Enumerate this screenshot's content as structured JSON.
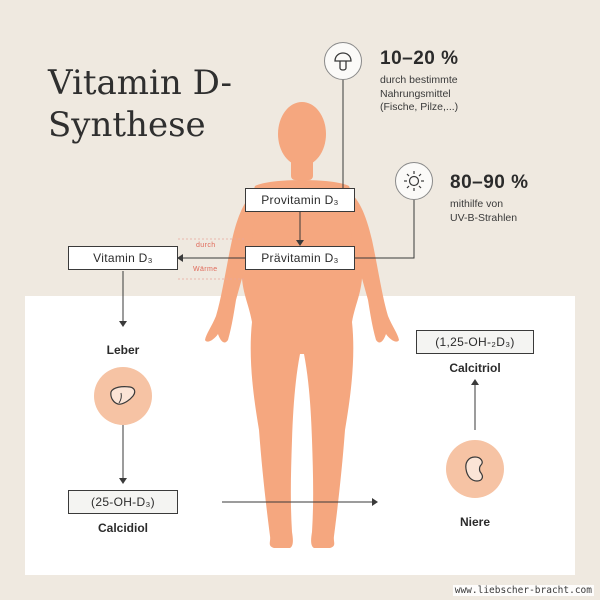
{
  "title": {
    "line1": "Vitamin D-",
    "line2": "Synthese"
  },
  "food": {
    "percent": "10–20 %",
    "line1": "durch bestimmte",
    "line2": "Nahrungsmittel",
    "line3": "(Fische, Pilze,...)",
    "icon": "mushroom-icon"
  },
  "sun": {
    "percent": "80–90 %",
    "line1": "mithilfe von",
    "line2": "UV-B-Strahlen",
    "icon": "sun-icon"
  },
  "boxes": {
    "provitamin": "Provitamin D₃",
    "praevitamin": "Prävitamin D₃",
    "vitamin": "Vitamin D₃",
    "oh25": "(25-OH-D₃)",
    "oh125": "(1,25-OH-₂D₃)"
  },
  "heat": {
    "line1": "durch",
    "line2": "Wärme"
  },
  "organs": {
    "liver_label": "Leber",
    "liver_icon": "liver-icon",
    "kidney_label": "Niere",
    "kidney_icon": "kidney-icon"
  },
  "products": {
    "calcidiol": "Calcidiol",
    "calcitriol": "Calcitriol"
  },
  "watermark": "www.liebscher-bracht.com",
  "colors": {
    "background": "#efe9e0",
    "panel": "#ffffff",
    "skin": "#f5a77f",
    "organ": "#f6c3a4",
    "accent_text": "#e06a5a",
    "line": "#3a3a3a"
  }
}
